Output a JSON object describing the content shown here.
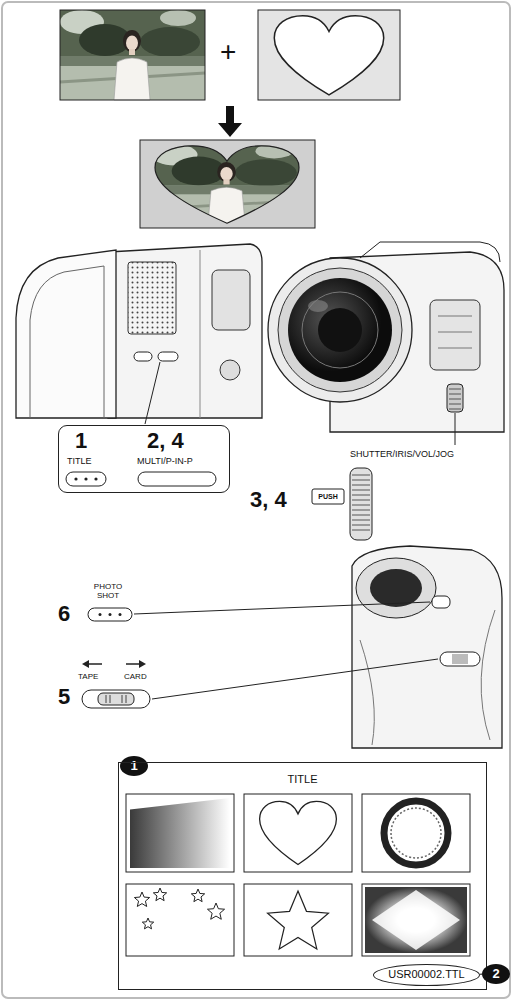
{
  "diagram": {
    "nodes": [
      {
        "text": [
          "1",
          "TITLE",
          "2, 4",
          "MULTI/P-IN-P"
        ]
      },
      {
        "text": [
          "1"
        ]
      },
      {
        "text": [
          "TITLE"
        ]
      },
      {
        "text": [
          "USR00002.TTL"
        ],
        "in": 2
      },
      {
        "text": [
          "2"
        ]
      }
    ],
    "edges": [
      {
        "from": 3,
        "to": 4,
        "arrow": "none"
      }
    ],
    "labels": [
      "+",
      "SHUTTER/IRIS/VOL/JOG",
      "3, 4",
      "PUSH",
      "6",
      "PHOTO SHOT",
      "5",
      "TAPE",
      "CARD"
    ]
  }
}
